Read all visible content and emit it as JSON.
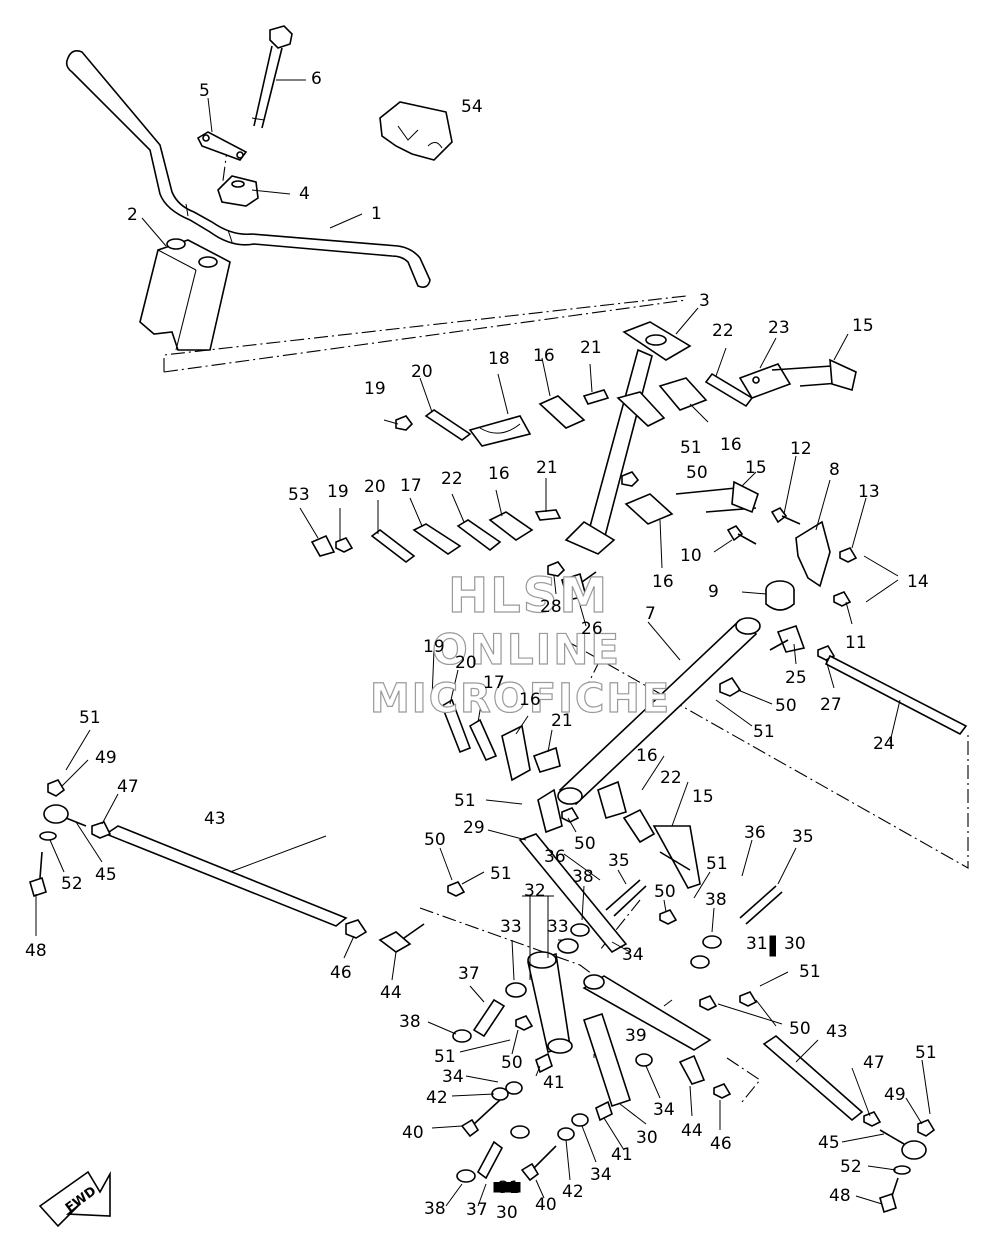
{
  "watermark": {
    "line1": "HLSM",
    "line2": "ONLINE",
    "line3": "MICROFICHE"
  },
  "fwd_badge": "FWD",
  "callouts": {
    "c1": "1",
    "c2": "2",
    "c3": "3",
    "c4": "4",
    "c5": "5",
    "c6": "6",
    "c7": "7",
    "c8": "8",
    "c9": "9",
    "c10": "10",
    "c11": "11",
    "c12": "12",
    "c13": "13",
    "c14": "14",
    "c15a": "15",
    "c15b": "15",
    "c15c": "15",
    "c16a": "16",
    "c16b": "16",
    "c16c": "16",
    "c16d": "16",
    "c16e": "16",
    "c16f": "16",
    "c17a": "17",
    "c17b": "17",
    "c18": "18",
    "c19a": "19",
    "c19b": "19",
    "c19c": "19",
    "c20a": "20",
    "c20b": "20",
    "c20c": "20",
    "c21a": "21",
    "c21b": "21",
    "c21c": "21",
    "c22a": "22",
    "c22b": "22",
    "c22c": "22",
    "c23": "23",
    "c24": "24",
    "c25": "25",
    "c26": "26",
    "c27": "27",
    "c28": "28",
    "c29": "29",
    "c30a": "30",
    "c30b": "30",
    "c30c": "30",
    "c31a": "31",
    "c31b": "31",
    "c32": "32",
    "c33a": "33",
    "c33b": "33",
    "c34a": "34",
    "c34b": "34",
    "c34c": "34",
    "c34d": "34",
    "c35a": "35",
    "c35b": "35",
    "c36a": "36",
    "c36b": "36",
    "c37a": "37",
    "c37b": "37",
    "c38a": "38",
    "c38b": "38",
    "c38c": "38",
    "c38d": "38",
    "c39": "39",
    "c40a": "40",
    "c40b": "40",
    "c41a": "41",
    "c41b": "41",
    "c42a": "42",
    "c42b": "42",
    "c43a": "43",
    "c43b": "43",
    "c44a": "44",
    "c44b": "44",
    "c45a": "45",
    "c45b": "45",
    "c46a": "46",
    "c46b": "46",
    "c47a": "47",
    "c47b": "47",
    "c48a": "48",
    "c48b": "48",
    "c49a": "49",
    "c49b": "49",
    "c50a": "50",
    "c50b": "50",
    "c50c": "50",
    "c50d": "50",
    "c50e": "50",
    "c50f": "50",
    "c50g": "50",
    "c51a": "51",
    "c51b": "51",
    "c51c": "51",
    "c51d": "51",
    "c51e": "51",
    "c51f": "51",
    "c51g": "51",
    "c51h": "51",
    "c51i": "51",
    "c52a": "52",
    "c52b": "52",
    "c53": "53",
    "c54": "54"
  }
}
